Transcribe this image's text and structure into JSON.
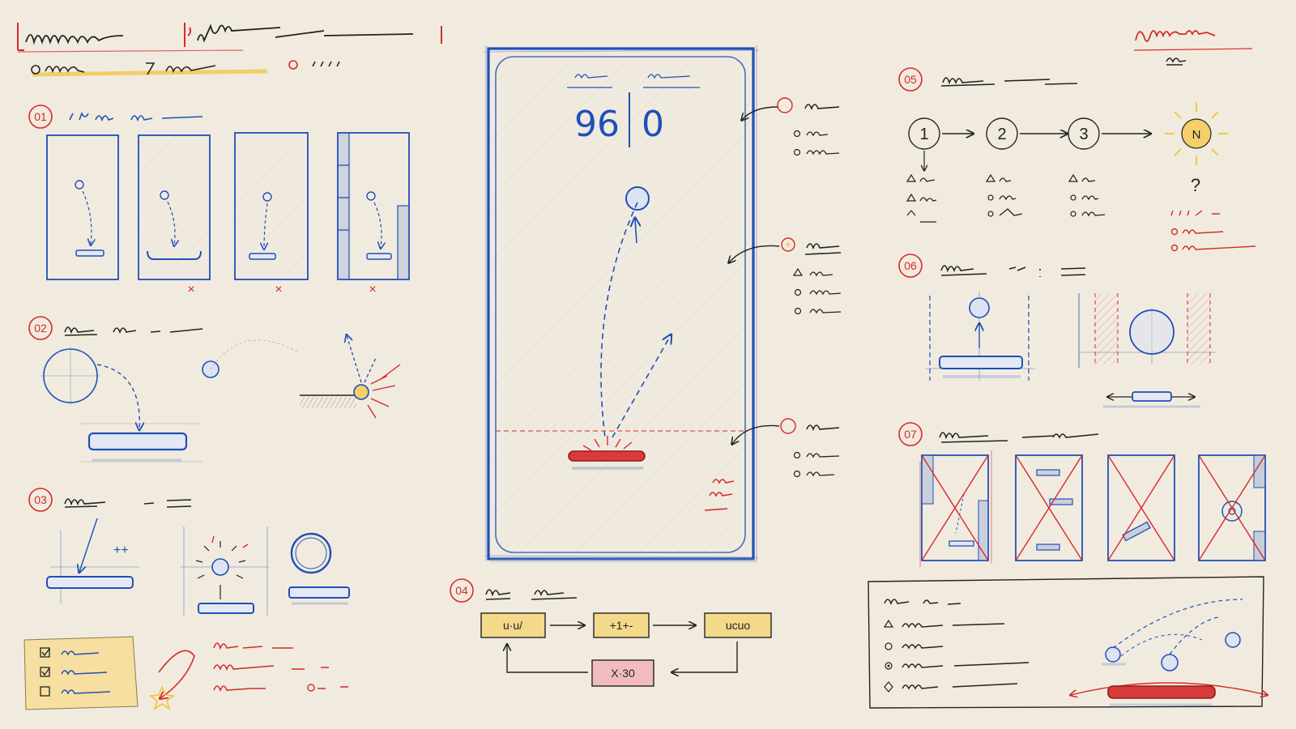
{
  "sections": [
    {
      "id": "01",
      "label": "01"
    },
    {
      "id": "02",
      "label": "02"
    },
    {
      "id": "03",
      "label": "03"
    },
    {
      "id": "04",
      "label": "04"
    },
    {
      "id": "05",
      "label": "05"
    },
    {
      "id": "06",
      "label": "06"
    },
    {
      "id": "07",
      "label": "07"
    }
  ],
  "phone": {
    "score_left": "96",
    "score_right": "0"
  },
  "flow04": {
    "boxes": [
      "u·u/",
      "+1+-",
      "ucuo",
      "X·30"
    ]
  },
  "flow05": {
    "steps": [
      "1",
      "2",
      "3",
      "N"
    ],
    "question": "?"
  },
  "colors": {
    "paper": "#f1ebdf",
    "ink_blue": "#1f4fb8",
    "ink_red": "#d62a2a",
    "highlight_yellow": "#f4cf6a",
    "paddle_red": "#d93a3a",
    "pencil": "#2a2a2a"
  },
  "icons": [
    "checkbox-icon",
    "star-icon",
    "sun-icon",
    "cross-mark-icon",
    "arrow-icon",
    "ball-icon",
    "paddle-icon"
  ]
}
